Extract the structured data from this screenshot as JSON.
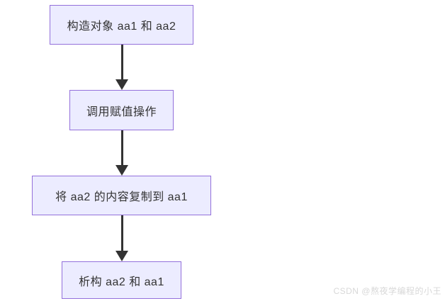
{
  "flowchart": {
    "type": "vertical-flowchart",
    "nodes": [
      {
        "id": "step-1",
        "label": "构造对象 aa1 和 aa2"
      },
      {
        "id": "step-2",
        "label": "调用赋值操作"
      },
      {
        "id": "step-3",
        "label": "将 aa2 的内容复制到 aa1"
      },
      {
        "id": "step-4",
        "label": "析构 aa2 和 aa1"
      }
    ],
    "edges": [
      {
        "from": "step-1",
        "to": "step-2",
        "style": "arrow-down"
      },
      {
        "from": "step-2",
        "to": "step-3",
        "style": "arrow-down"
      },
      {
        "from": "step-3",
        "to": "step-4",
        "style": "arrow-down"
      }
    ],
    "colors": {
      "node_fill": "#ECECFF",
      "node_border": "#9370DB",
      "node_text": "#333333",
      "arrow": "#333333",
      "background": "#FFFFFF"
    }
  },
  "watermark": {
    "text": "CSDN @熬夜学编程的小王",
    "color": "#D8D8D8"
  }
}
